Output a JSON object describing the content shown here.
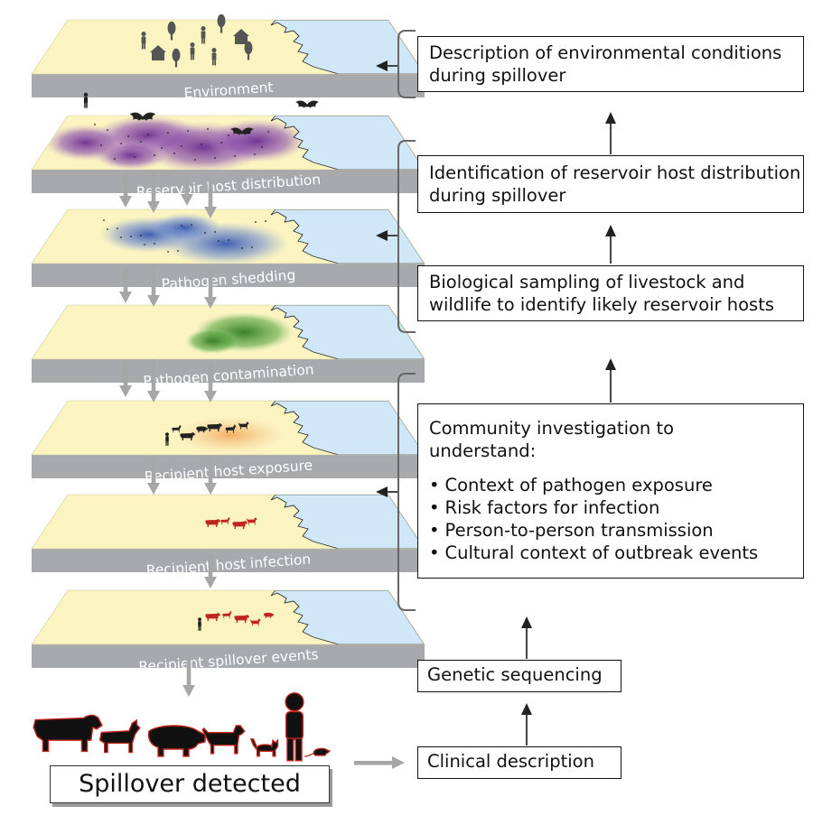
{
  "layers": [
    {
      "label": "Environment"
    },
    {
      "label": "Reservoir host distribution"
    },
    {
      "label": "Pathogen shedding"
    },
    {
      "label": "Pathogen contamination"
    },
    {
      "label": "Recipient host exposure"
    },
    {
      "label": "Recipient host infection"
    },
    {
      "label": "Recipient spillover events"
    }
  ],
  "detected_label": "Spillover detected",
  "boxes": {
    "environment_description": "Description of environmental conditions during spillover",
    "reservoir_identification": "Identification of reservoir host distribution during spillover",
    "biological_sampling": "Biological sampling of livestock and wildlife to identify likely reservoir hosts",
    "community": {
      "title": "Community investigation to understand:",
      "items": [
        "Context of pathogen exposure",
        "Risk factors for infection",
        "Person-to-person transmission",
        "Cultural context of outbreak events"
      ]
    },
    "genetic_sequencing": "Genetic sequencing",
    "clinical_description": "Clinical description"
  },
  "colors": {
    "land": "#fbf3c0",
    "sea": "#cfe7f7",
    "slab_side": "#a7a9ac",
    "reservoir_purple": "#6a2c91",
    "shedding_blue": "#2b4eb0",
    "contamination_green": "#3f8f2e",
    "animal_red": "#c0261e",
    "arrow_gray": "#a6a6a6",
    "arrow_dark": "#444444"
  },
  "icons": [
    "tree-icon",
    "hut-icon",
    "person-icon",
    "bat-icon",
    "cow-icon",
    "goat-icon",
    "pig-icon",
    "dog-icon",
    "cat-icon",
    "rat-icon"
  ]
}
